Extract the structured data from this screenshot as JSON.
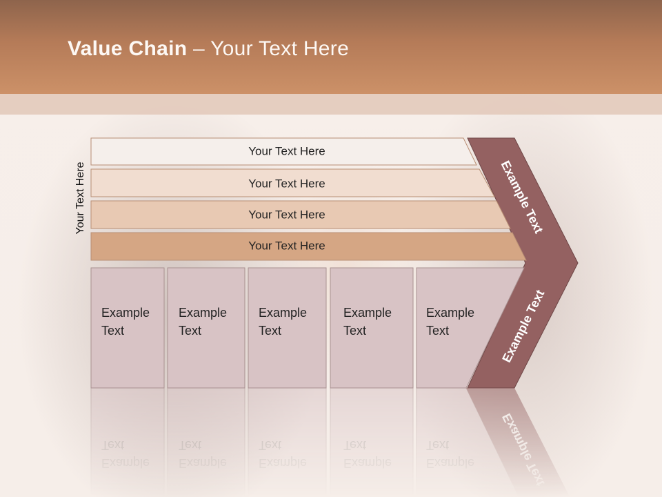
{
  "title": {
    "bold": "Value Chain",
    "rest": " – Your Text Here"
  },
  "side_label": "Your Text Here",
  "bars": [
    {
      "label": "Your Text Here",
      "color": "#f5efeb"
    },
    {
      "label": "Your Text Here",
      "color": "#f1ddd0"
    },
    {
      "label": "Your Text Here",
      "color": "#e8c9b3"
    },
    {
      "label": "Your Text Here",
      "color": "#d5a684"
    }
  ],
  "cells": [
    {
      "line1": "Example",
      "line2": "Text"
    },
    {
      "line1": "Example",
      "line2": "Text"
    },
    {
      "line1": "Example",
      "line2": "Text"
    },
    {
      "line1": "Example",
      "line2": "Text"
    },
    {
      "line1": "Example",
      "line2": "Text"
    }
  ],
  "chevron": {
    "upper": "Example Text",
    "lower": "Example Text",
    "color": "#946161"
  },
  "colors": {
    "cell_fill": "#d8c3c5",
    "cell_stroke": "#a89090",
    "bar_stroke": "#b88e74"
  }
}
